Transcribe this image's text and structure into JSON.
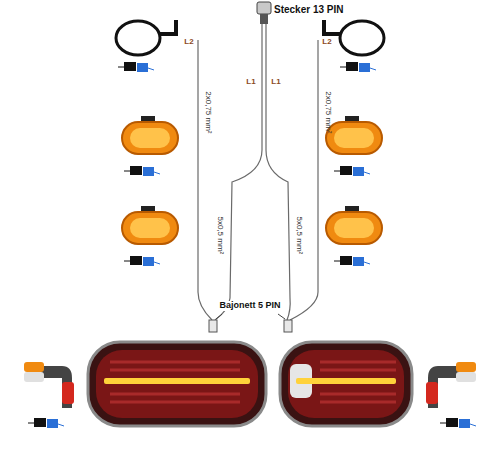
{
  "diagram": {
    "labels": [
      "Stecker 13 PIN",
      "L2",
      "L1",
      "L1",
      "L2",
      "2x0,75 mm²",
      "2x0,75 mm²",
      "5x0,5 mm²",
      "5x0,5 mm²",
      "Bajonett 5 PIN"
    ]
  }
}
